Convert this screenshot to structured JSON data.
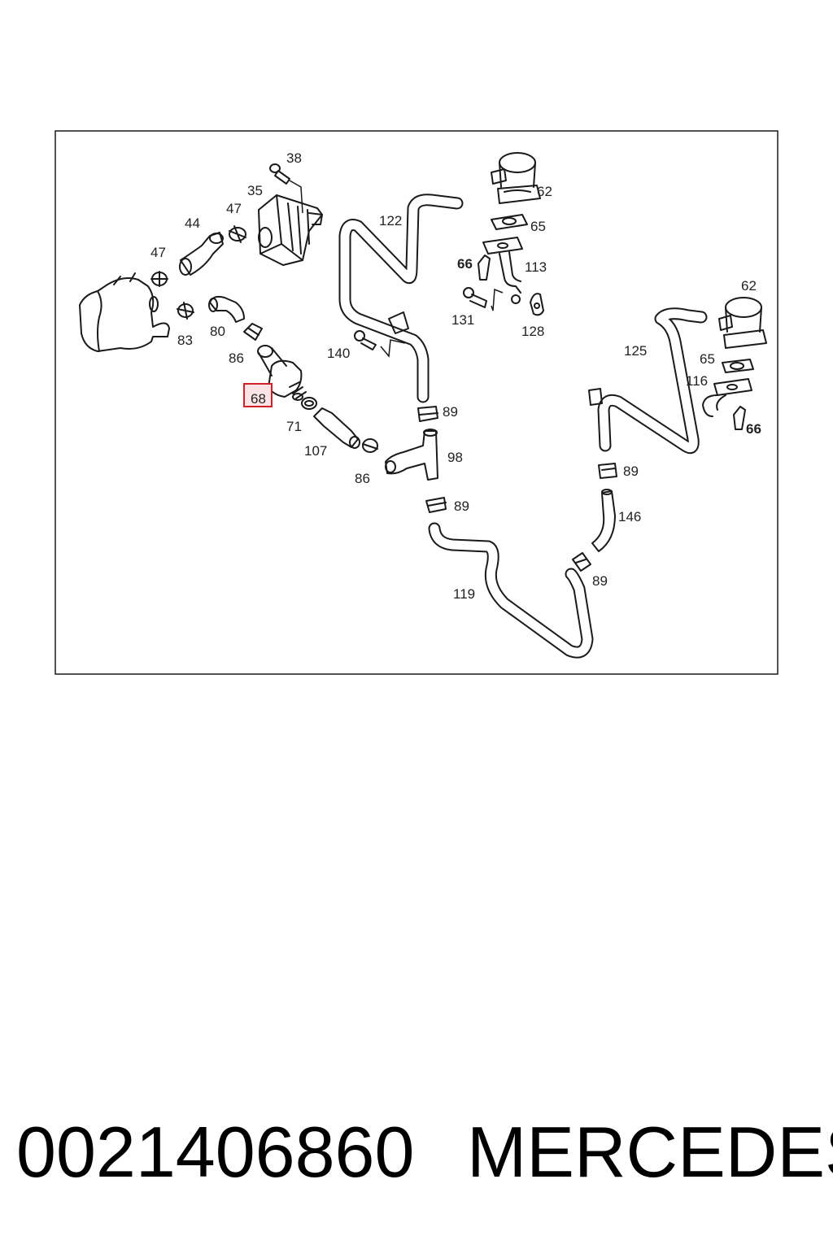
{
  "diagram": {
    "labels": {
      "l38": "38",
      "l35": "35",
      "l47a": "47",
      "l44": "44",
      "l47b": "47",
      "l80": "80",
      "l83": "83",
      "l86a": "86",
      "l68": "68",
      "l71": "71",
      "l107": "107",
      "l86b": "86",
      "l122": "122",
      "l140": "140",
      "l89a": "89",
      "l98": "98",
      "l89b": "89",
      "l119": "119",
      "l62a": "62",
      "l65a": "65",
      "l66a": "66",
      "l113": "113",
      "l131": "131",
      "l128": "128",
      "l62b": "62",
      "l125": "125",
      "l65b": "65",
      "l116": "116",
      "l66b": "66",
      "l89c": "89",
      "l146": "146",
      "l89d": "89"
    },
    "highlighted_part": "68",
    "highlight_color": "#d0202a"
  },
  "footer": {
    "part_number": "0021406860",
    "brand": "MERCEDES"
  }
}
